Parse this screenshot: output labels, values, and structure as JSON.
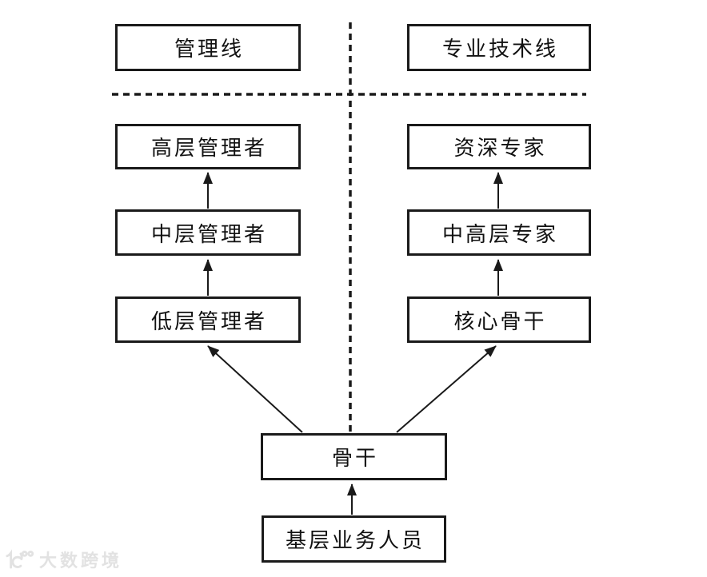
{
  "diagram": {
    "description": "dual career ladder diagram",
    "tracks": {
      "management_track": "管理线",
      "technical_track": "专业技术线"
    },
    "nodes": {
      "senior_manager": "高层管理者",
      "middle_manager": "中层管理者",
      "junior_manager": "低层管理者",
      "senior_expert": "资深专家",
      "mid_senior_expert": "中高层专家",
      "core_backbone": "核心骨干",
      "backbone": "骨干",
      "grassroots_staff": "基层业务人员"
    },
    "edges": [
      {
        "from": "grassroots_staff",
        "to": "backbone"
      },
      {
        "from": "backbone",
        "to": "junior_manager"
      },
      {
        "from": "backbone",
        "to": "core_backbone"
      },
      {
        "from": "junior_manager",
        "to": "middle_manager"
      },
      {
        "from": "middle_manager",
        "to": "senior_manager"
      },
      {
        "from": "core_backbone",
        "to": "mid_senior_expert"
      },
      {
        "from": "mid_senior_expert",
        "to": "senior_expert"
      }
    ]
  },
  "watermark": {
    "logo": "100-logo",
    "text": "大数跨境"
  },
  "colors": {
    "line": "#1a1a1a",
    "background": "#ffffff",
    "watermark": "#e2e2e2"
  }
}
